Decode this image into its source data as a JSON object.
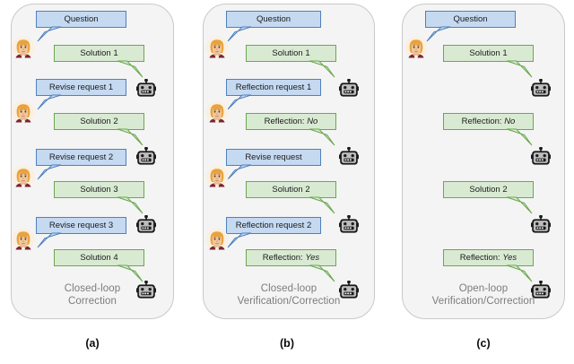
{
  "figure": {
    "letters": [
      {
        "name": "fig-letter-a",
        "text": "(a)"
      },
      {
        "name": "fig-letter-b",
        "text": "(b)"
      },
      {
        "name": "fig-letter-c",
        "text": "(c)"
      }
    ]
  },
  "colors": {
    "panel_bg": "#f4f4f4",
    "panel_border": "#c9c9c9",
    "blue_fill": "#c5d9f1",
    "blue_stroke": "#4f81bd",
    "green_fill": "#d9ead3",
    "green_stroke": "#6aa84f",
    "caption_text": "#7c7c7c",
    "bubble_text": "#1b1b1b"
  },
  "panels": [
    {
      "id": "a",
      "caption_line1": "Closed-loop",
      "caption_line2": "Correction",
      "messages": [
        {
          "role": "user",
          "kind": "blue",
          "text": "Question"
        },
        {
          "role": "assistant",
          "kind": "green",
          "text": "Solution 1"
        },
        {
          "role": "user",
          "kind": "blue",
          "text": "Revise request 1"
        },
        {
          "role": "assistant",
          "kind": "green",
          "text": "Solution 2"
        },
        {
          "role": "user",
          "kind": "blue",
          "text": "Revise request 2"
        },
        {
          "role": "assistant",
          "kind": "green",
          "text": "Solution 3"
        },
        {
          "role": "user",
          "kind": "blue",
          "text": "Revise request 3"
        },
        {
          "role": "assistant",
          "kind": "green",
          "text": "Solution 4"
        }
      ],
      "avatars": 4,
      "robots": 4
    },
    {
      "id": "b",
      "caption_line1": "Closed-loop",
      "caption_line2": "Verification/Correction",
      "messages": [
        {
          "role": "user",
          "kind": "blue",
          "text": "Question"
        },
        {
          "role": "assistant",
          "kind": "green",
          "text": "Solution 1"
        },
        {
          "role": "user",
          "kind": "blue",
          "text": "Reflection request 1"
        },
        {
          "role": "assistant",
          "kind": "green",
          "text": "Reflection: ",
          "emphasis": "No"
        },
        {
          "role": "user",
          "kind": "blue",
          "text": "Revise request"
        },
        {
          "role": "assistant",
          "kind": "green",
          "text": "Solution 2"
        },
        {
          "role": "user",
          "kind": "blue",
          "text": "Reflection request 2"
        },
        {
          "role": "assistant",
          "kind": "green",
          "text": "Reflection: ",
          "emphasis": "Yes"
        }
      ],
      "avatars": 4,
      "robots": 4
    },
    {
      "id": "c",
      "caption_line1": "Open-loop",
      "caption_line2": "Verification/Correction",
      "messages": [
        {
          "role": "user",
          "kind": "blue",
          "text": "Question"
        },
        {
          "role": "assistant",
          "kind": "green",
          "text": "Solution 1"
        },
        {
          "role": "assistant",
          "kind": "green",
          "text": "Reflection: ",
          "emphasis": "No"
        },
        {
          "role": "assistant",
          "kind": "green",
          "text": "Solution 2"
        },
        {
          "role": "assistant",
          "kind": "green",
          "text": "Reflection: ",
          "emphasis": "Yes"
        }
      ],
      "avatars": 1,
      "robots": 4
    }
  ],
  "icons": {
    "user_avatar": "user-avatar-icon",
    "robot": "robot-icon"
  }
}
